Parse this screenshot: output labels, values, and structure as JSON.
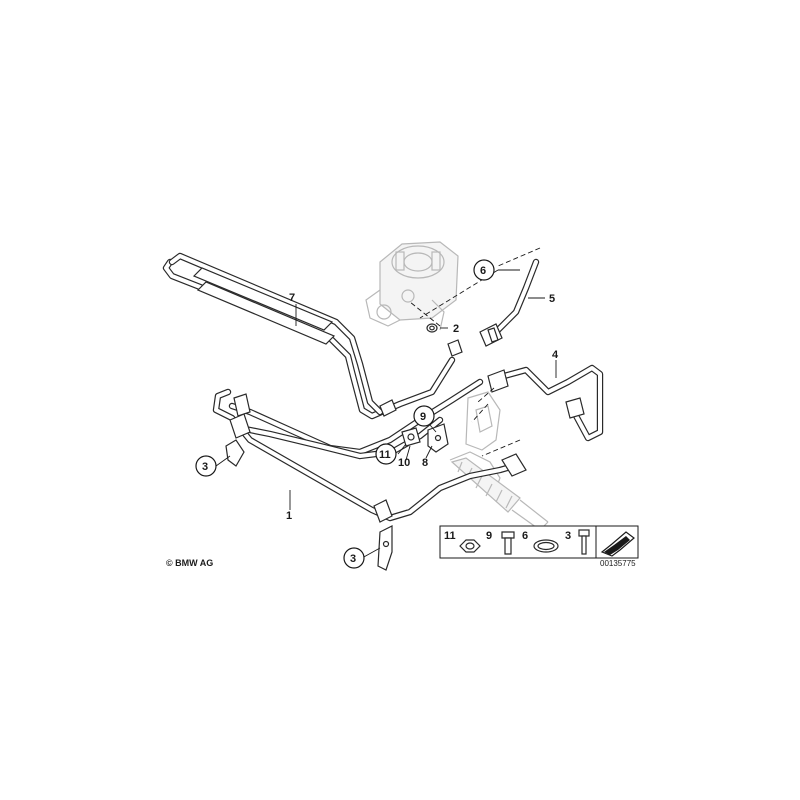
{
  "diagram": {
    "callouts": {
      "part_1": "1",
      "part_2": "2",
      "part_3_left": "3",
      "part_3_bottom": "3",
      "part_4": "4",
      "part_5": "5",
      "part_6": "6",
      "part_7": "7",
      "part_8": "8",
      "part_9": "9",
      "part_10": "10",
      "part_11": "11"
    },
    "legend": {
      "items": [
        "11",
        "9",
        "6",
        "3"
      ]
    },
    "doc_number": "00135775",
    "copyright": "© BMW AG"
  }
}
